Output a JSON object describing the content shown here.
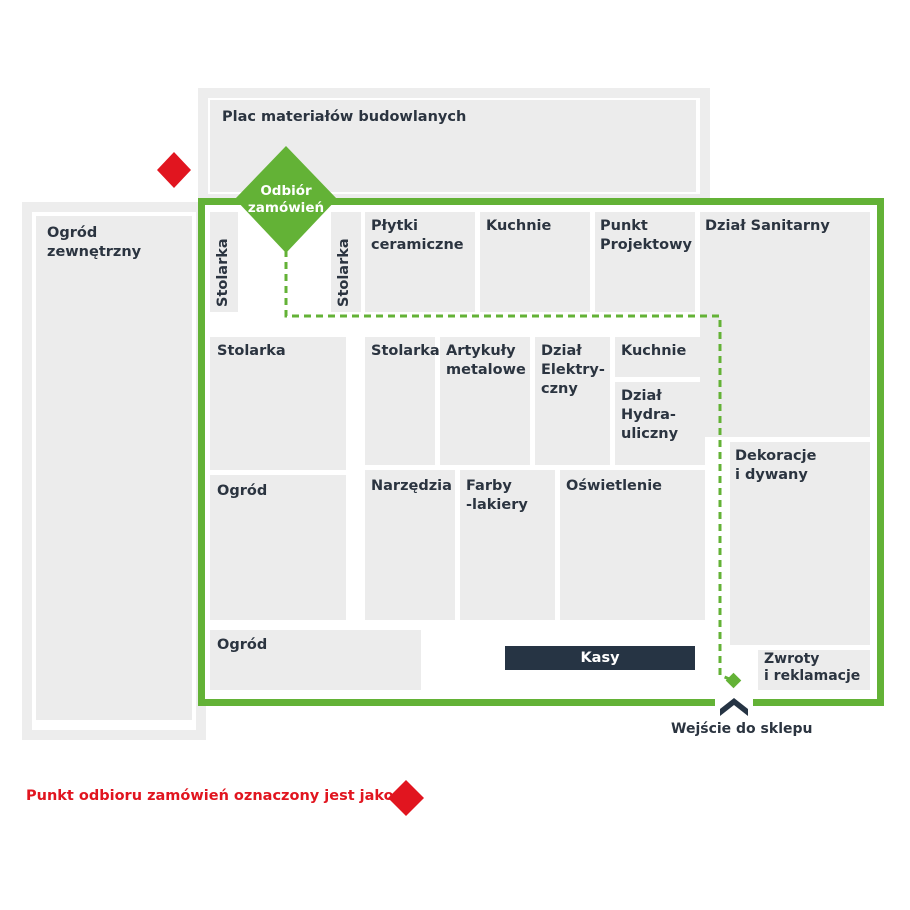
{
  "map": {
    "areas": {
      "plac": "Plac materiałów budowlanych",
      "ogrod_zewnetrzny": "Ogród\nzewnętrzny",
      "stolarka_v1": "Stolarka",
      "stolarka_v2": "Stolarka",
      "plytki": "Płytki\nceramiczne",
      "kuchnie_top": "Kuchnie",
      "punkt_projektowy": "Punkt\nProjektowy",
      "dzial_sanitarny": "Dział Sanitarny",
      "stolarka_left": "Stolarka",
      "stolarka_mid": "Stolarka",
      "artykuly": "Artykuły\nmetalowe",
      "elektryczny": "Dział\nElektry-\nczny",
      "kuchnie_mid": "Kuchnie",
      "hydrauliczny": "Dział\nHydra-\nuliczny",
      "ogrod_mid": "Ogród",
      "narzedzia": "Narzędzia",
      "farby": "Farby\n-lakiery",
      "oswietlenie": "Oświetlenie",
      "dekoracje": "Dekoracje\ni dywany",
      "ogrod_bottom": "Ogród",
      "kasy": "Kasy",
      "zwroty": "Zwroty\ni reklamacje"
    },
    "pickup_point": "Odbiór\nzamówień",
    "entrance": "Wejście do sklepu",
    "legend": "Punkt odbioru zamówień oznaczony jest jako",
    "colors": {
      "green": "#63b236",
      "red": "#e1151f",
      "grey_zone": "#ececec",
      "dark": "#263444"
    }
  }
}
